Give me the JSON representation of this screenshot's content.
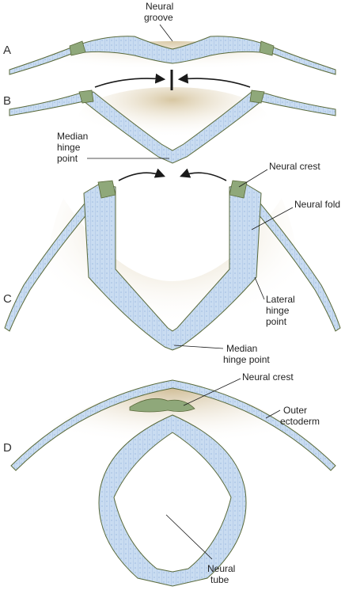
{
  "panels": {
    "a": "A",
    "b": "B",
    "c": "C",
    "d": "D"
  },
  "labels": {
    "neural_groove_1": "Neural",
    "neural_groove_2": "groove",
    "median_hinge_b_1": "Median",
    "median_hinge_b_2": "hinge",
    "median_hinge_b_3": "point",
    "neural_crest_c": "Neural crest",
    "neural_fold": "Neural fold",
    "lateral_hinge_1": "Lateral",
    "lateral_hinge_2": "hinge",
    "lateral_hinge_3": "point",
    "median_hinge_c_1": "Median",
    "median_hinge_c_2": "hinge point",
    "neural_crest_d": "Neural crest",
    "outer_ectoderm_1": "Outer",
    "outer_ectoderm_2": "ectoderm",
    "neural_tube_1": "Neural",
    "neural_tube_2": "tube"
  },
  "colors": {
    "cell_fill": "#c9dcf1",
    "cell_line": "#8fb0d6",
    "outline": "#5a6a3a",
    "crest": "#8fa87a",
    "shadow": "#d9c9a4",
    "ink": "#1a1a1a"
  }
}
